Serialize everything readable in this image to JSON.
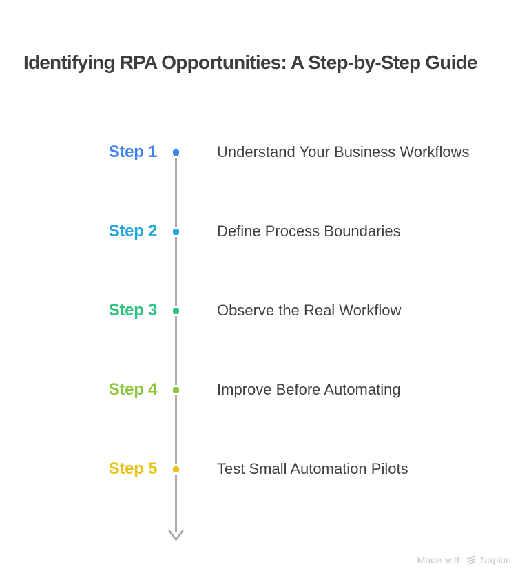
{
  "title": "Identifying RPA Opportunities: A Step-by-Step Guide",
  "steps": [
    {
      "label": "Step 1",
      "description": "Understand Your Business Workflows",
      "color": "#4083EC"
    },
    {
      "label": "Step 2",
      "description": "Define Process Boundaries",
      "color": "#22A7DD"
    },
    {
      "label": "Step 3",
      "description": "Observe the Real Workflow",
      "color": "#2EC27E"
    },
    {
      "label": "Step 4",
      "description": "Improve Before Automating",
      "color": "#8DC63F"
    },
    {
      "label": "Step 5",
      "description": "Test Small Automation Pilots",
      "color": "#E8C217"
    }
  ],
  "timeline": {
    "line_color": "#ABABAB"
  },
  "watermark": {
    "prefix": "Made with",
    "brand": "Napkin",
    "color": "#C6C6C6"
  },
  "colors": {
    "background": "#FFFFFF",
    "title_text": "#3D3D3D",
    "description_text": "#414141"
  }
}
